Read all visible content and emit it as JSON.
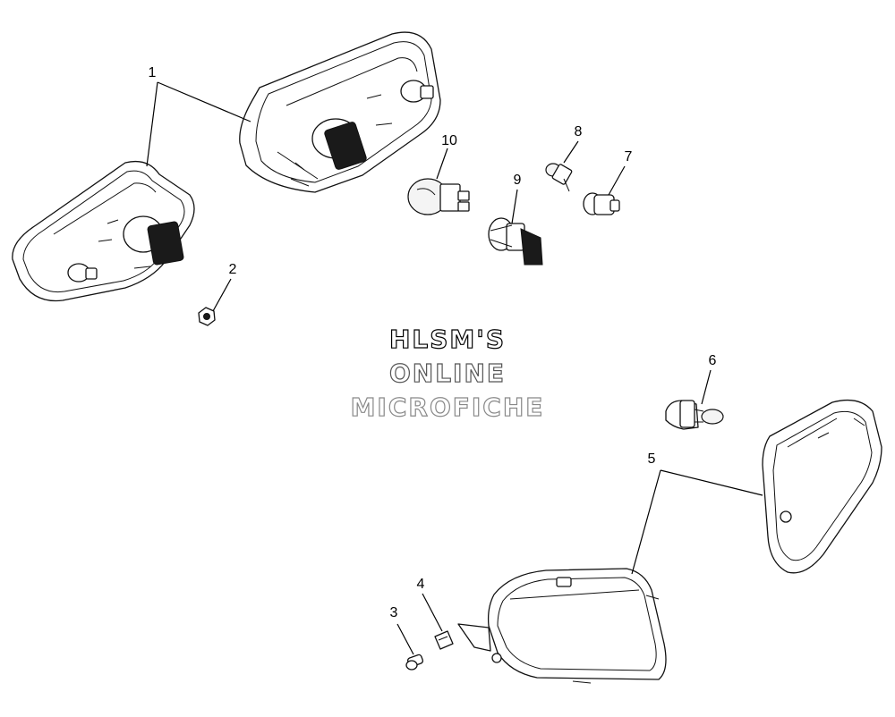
{
  "callouts": [
    {
      "id": "c1",
      "label": "1"
    },
    {
      "id": "c2",
      "label": "2"
    },
    {
      "id": "c3",
      "label": "3"
    },
    {
      "id": "c4",
      "label": "4"
    },
    {
      "id": "c5",
      "label": "5"
    },
    {
      "id": "c6",
      "label": "6"
    },
    {
      "id": "c7",
      "label": "7"
    },
    {
      "id": "c8",
      "label": "8"
    },
    {
      "id": "c9",
      "label": "9"
    },
    {
      "id": "c10",
      "label": "10"
    }
  ],
  "watermark": {
    "line1": "HLSM'S",
    "line2": "ONLINE",
    "line3": "MICROFICHE",
    "colors": [
      "#000000",
      "#555555",
      "#888888"
    ]
  }
}
